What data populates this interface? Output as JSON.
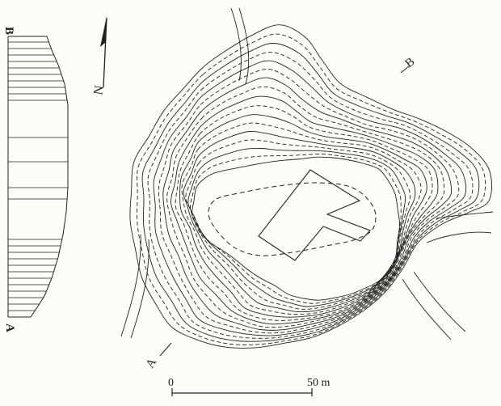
{
  "profile": {
    "top_label": "B",
    "bottom_label": "A"
  },
  "north_arrow": {
    "label": "N"
  },
  "section_markers": {
    "a": "A",
    "b": "B"
  },
  "scale_bar": {
    "start_label": "0",
    "end_label": "50 m"
  },
  "colors": {
    "ink": "#222222",
    "paper": "#fcfcfa"
  }
}
